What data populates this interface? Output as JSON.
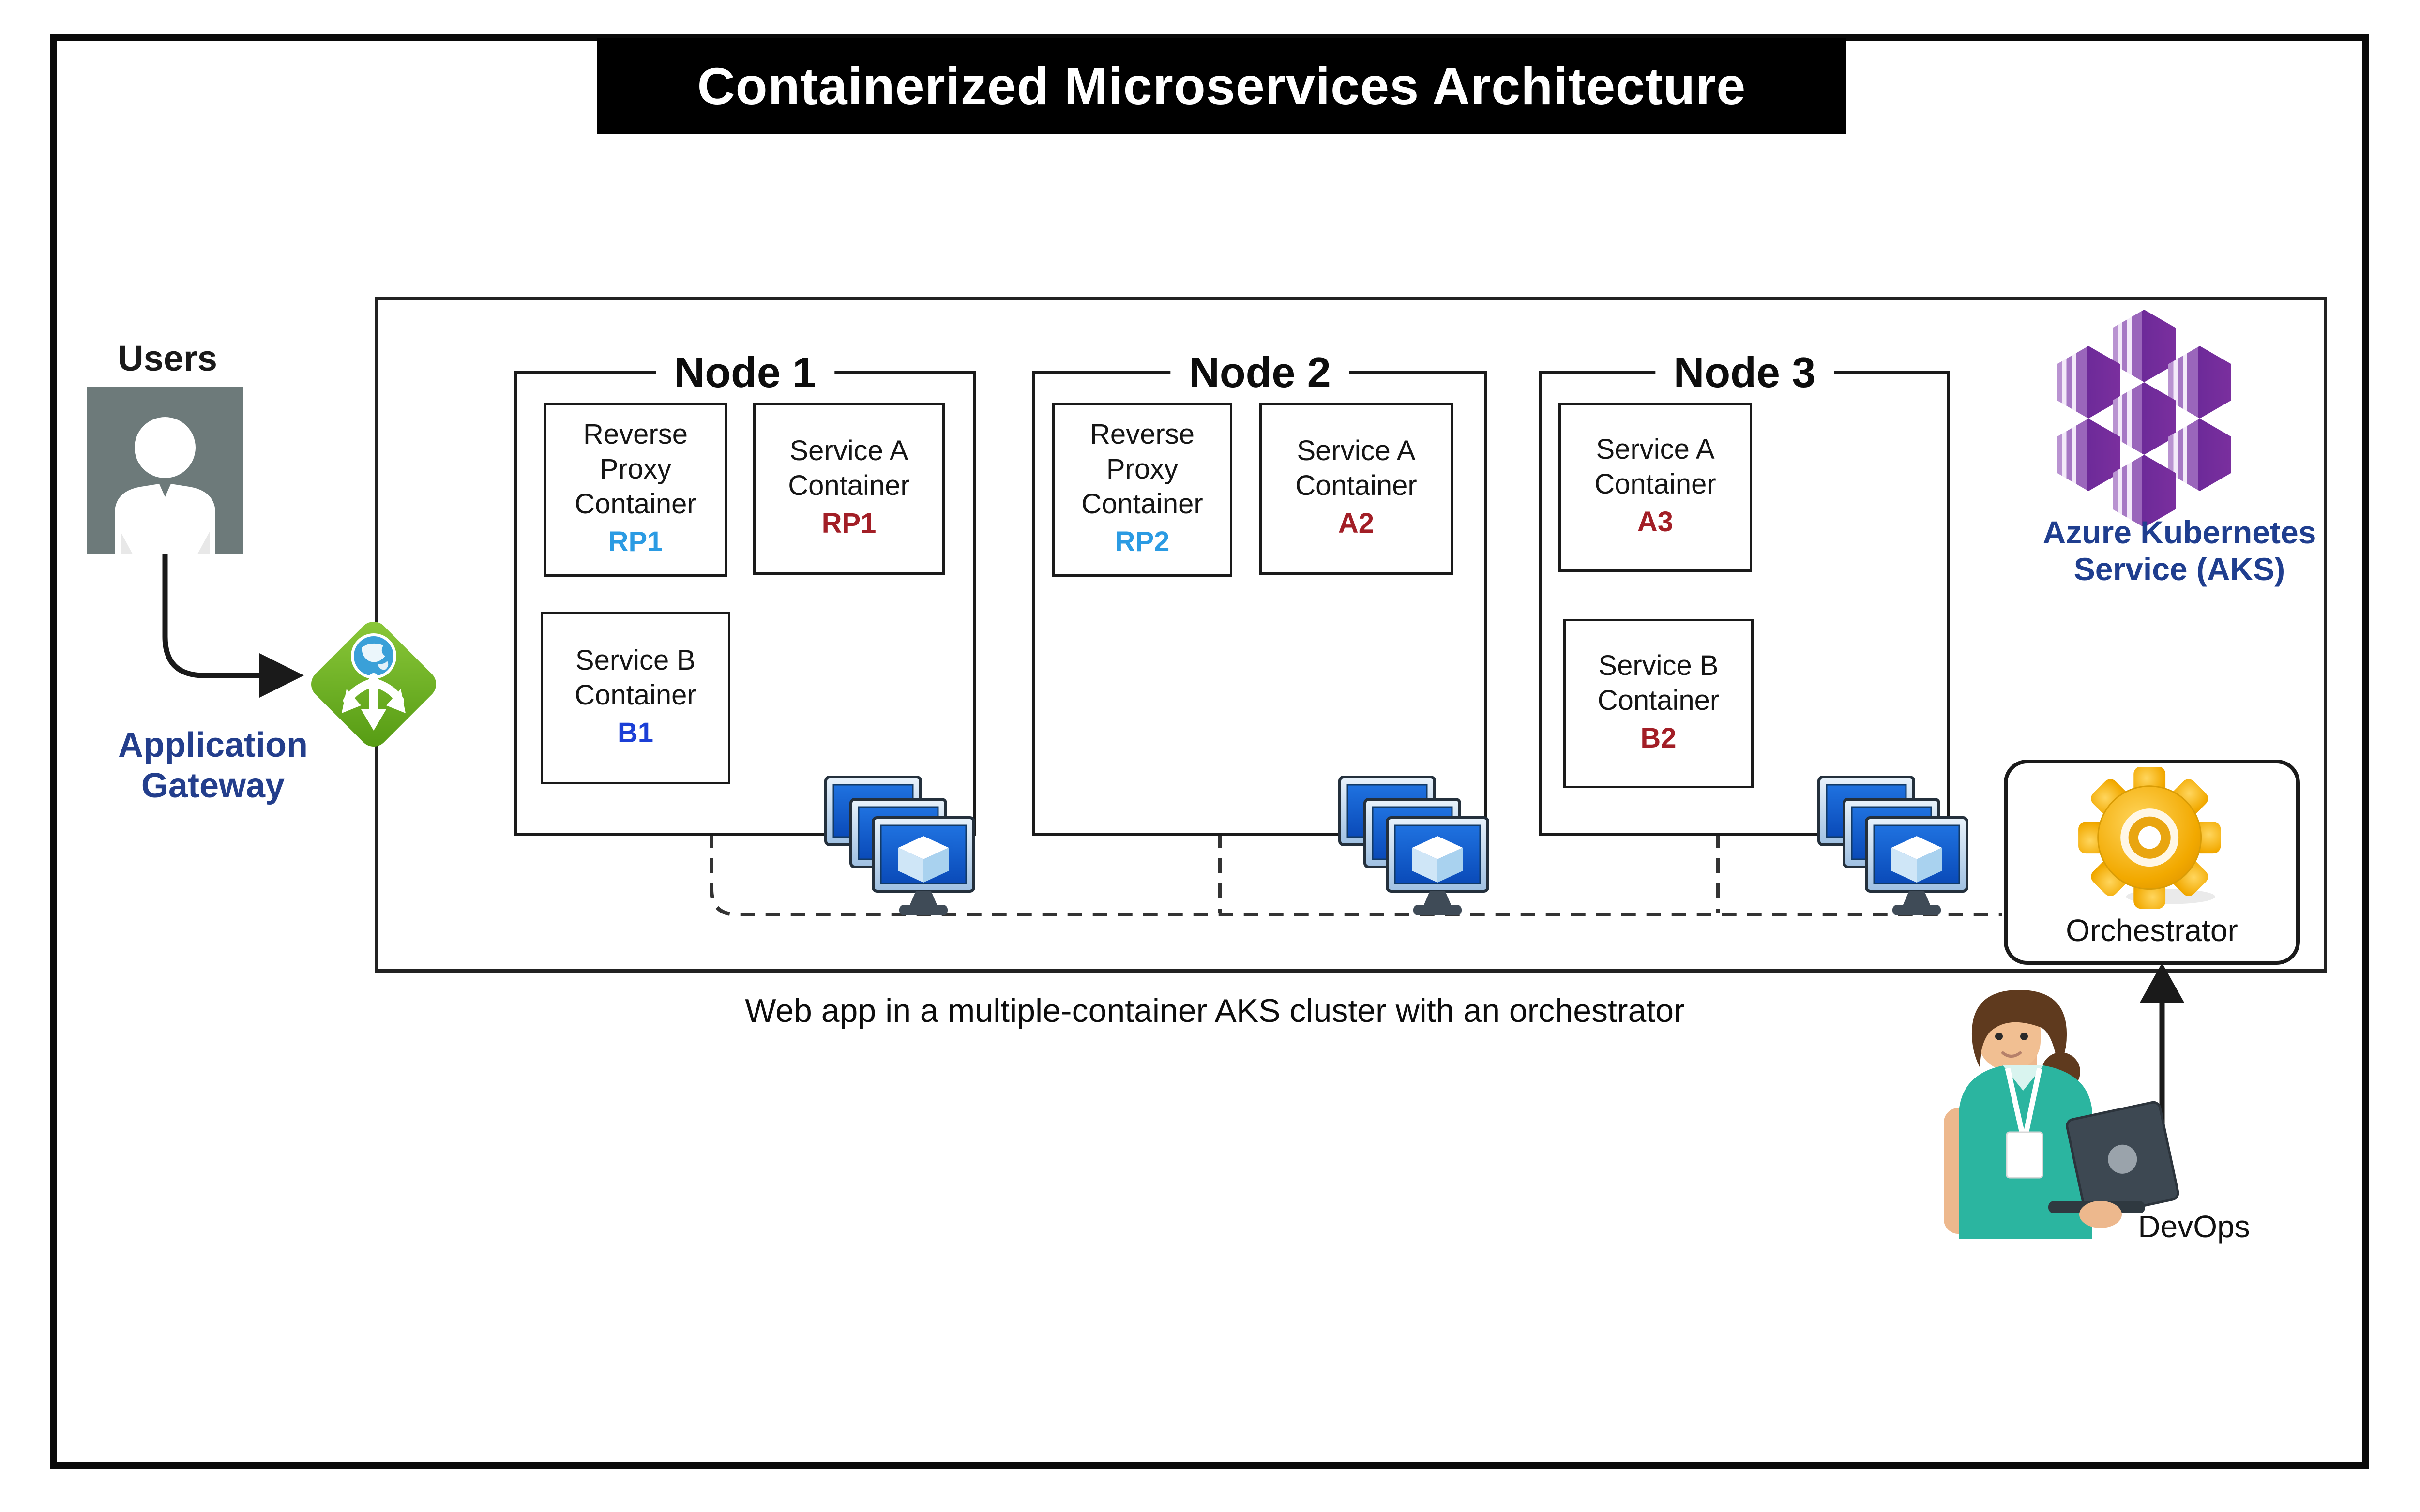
{
  "title": "Containerized Microservices Architecture",
  "users": {
    "label": "Users"
  },
  "gateway": {
    "label_line1": "Application",
    "label_line2": "Gateway"
  },
  "cluster": {
    "nodes": [
      {
        "title": "Node 1",
        "containers": [
          {
            "name": "Reverse Proxy Container",
            "tag": "RP1",
            "tag_color": "#2B9BE3"
          },
          {
            "name": "Service A Container",
            "tag": "RP1",
            "tag_color": "#A21E26"
          },
          {
            "name": "Service B Container",
            "tag": "B1",
            "tag_color": "#1B3FD6"
          }
        ]
      },
      {
        "title": "Node 2",
        "containers": [
          {
            "name": "Reverse Proxy Container",
            "tag": "RP2",
            "tag_color": "#2B9BE3"
          },
          {
            "name": "Service A Container",
            "tag": "A2",
            "tag_color": "#A21E26"
          }
        ]
      },
      {
        "title": "Node 3",
        "containers": [
          {
            "name": "Service A Container",
            "tag": "A3",
            "tag_color": "#A21E26"
          },
          {
            "name": "Service B Container",
            "tag": "B2",
            "tag_color": "#A21E26"
          }
        ]
      }
    ],
    "aks": {
      "label_line1": "Azure Kubernetes",
      "label_line2": "Service (AKS)"
    },
    "orchestrator": {
      "label": "Orchestrator"
    }
  },
  "caption": "Web app in a multiple-container AKS cluster with an orchestrator",
  "devops": {
    "label": "DevOps"
  },
  "colors": {
    "tag_light_blue": "#2B9BE3",
    "tag_royal_blue": "#1B3FD6",
    "tag_dark_red": "#A21E26",
    "gateway_green": "#6FB12C",
    "aks_purple": "#7A2F9E",
    "label_navy": "#233E8C",
    "aks_text_blue": "#1F3E8F",
    "gear_gold": "#F2A900",
    "devops_teal": "#2BB5A0",
    "monitor_blue": "#1256C8",
    "users_gray": "#6D7A7A"
  }
}
